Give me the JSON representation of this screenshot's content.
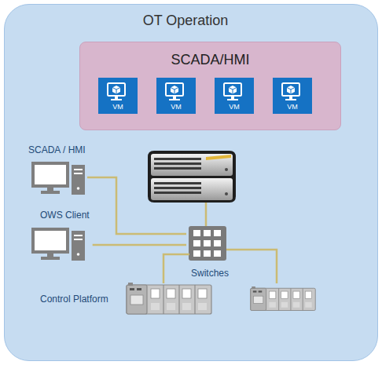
{
  "diagram": {
    "nodes": [
      {
        "text": [
          "OT Operation"
        ]
      },
      {
        "text": [
          "SCADA/HMI"
        ],
        "in": 0
      },
      {
        "text": [
          "VM"
        ],
        "in": 1
      },
      {
        "text": [
          "VM"
        ],
        "in": 1
      },
      {
        "text": [
          "VM"
        ],
        "in": 1
      },
      {
        "text": [
          "VM"
        ],
        "in": 1
      },
      {
        "text": [
          "SCADA / HMI"
        ],
        "in": 0
      },
      {
        "text": [
          "OWS Client"
        ],
        "in": 0
      },
      {
        "text": [
          "Switches"
        ],
        "in": 0
      },
      {
        "text": [
          "Control Platform"
        ],
        "in": 0
      }
    ],
    "edges": [
      {
        "from": 6,
        "to": 8,
        "arrow": "none"
      },
      {
        "from": 7,
        "to": 8,
        "arrow": "none"
      },
      {
        "from": 8,
        "to": 9,
        "arrow": "none"
      }
    ]
  }
}
